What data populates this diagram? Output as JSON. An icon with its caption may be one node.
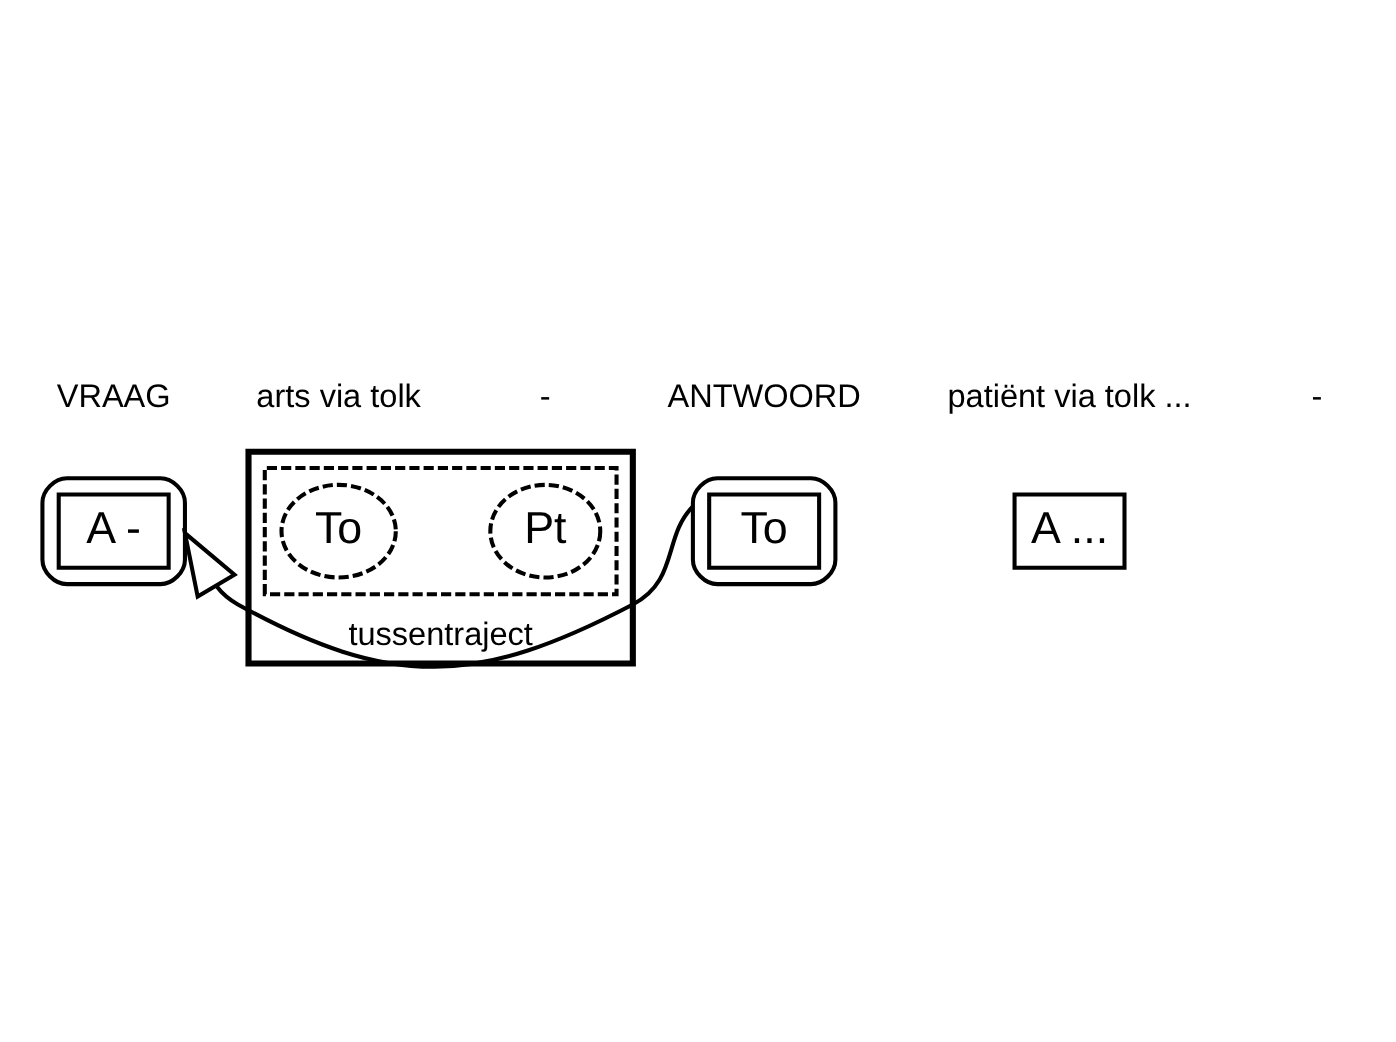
{
  "diagram": {
    "nodes": [
      {
        "text": [],
        "shape": "ellipse"
      },
      {
        "text": [
          "A -"
        ],
        "in": 0
      },
      {
        "text": [
          "tussentraject"
        ]
      },
      {
        "text": [],
        "shape": "box",
        "in": 2
      },
      {
        "text": [
          "To"
        ],
        "in": 3
      },
      {
        "text": [
          "Pt"
        ],
        "in": 3
      },
      {
        "text": [],
        "shape": "ellipse"
      },
      {
        "text": [
          "To"
        ],
        "in": 6
      },
      {
        "text": [
          "A ..."
        ]
      }
    ],
    "edges": [
      {
        "from": 6,
        "to": 0,
        "arrow": "to"
      }
    ],
    "labels": [
      "VRAAG",
      "arts via tolk",
      "-",
      "ANTWOORD",
      "patiënt via tolk ...",
      "-"
    ]
  }
}
